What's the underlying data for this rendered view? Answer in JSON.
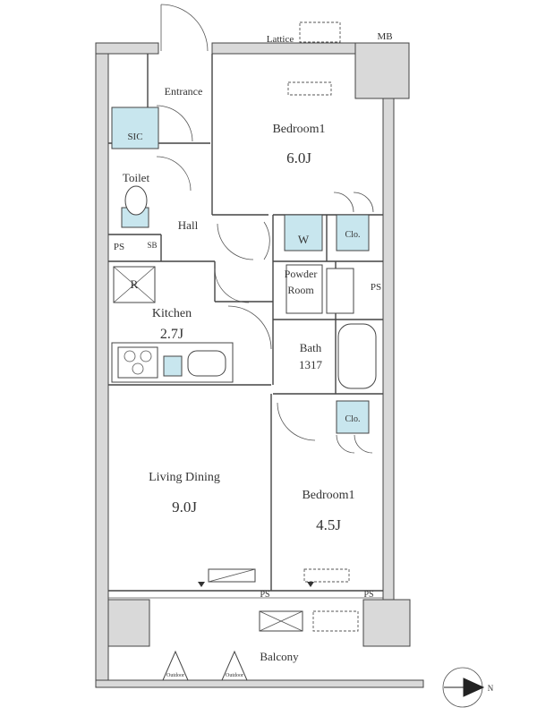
{
  "rooms": {
    "entrance": "Entrance",
    "sic": "SIC",
    "toilet": "Toilet",
    "hall": "Hall",
    "ps_left": "PS",
    "sb": "SB",
    "refrigerator": "R",
    "kitchen": "Kitchen",
    "kitchen_size": "2.7J",
    "bedroom_top": "Bedroom1",
    "bedroom_top_size": "6.0J",
    "washer": "W",
    "clo_top": "Clo.",
    "powder_room_line1": "Powder",
    "powder_room_line2": "Room",
    "ps_right": "PS",
    "bath_line1": "Bath",
    "bath_line2": "1317",
    "clo_bottom": "Clo.",
    "living_dining": "Living Dining",
    "living_dining_size": "9.0J",
    "bedroom_bottom": "Bedroom1",
    "bedroom_bottom_size": "4.5J",
    "ps_bottom_left": "PS",
    "ps_bottom_right": "PS",
    "balcony": "Balcony",
    "lattice": "Lattice",
    "mb": "MB",
    "outdoor_unit_1": "Outdoor",
    "outdoor_unit_2": "Outdoor"
  },
  "compass": {
    "label": "N"
  },
  "colors": {
    "wet_area": "#c8e6ee",
    "wall": "#d9d9d9",
    "line": "#444444"
  }
}
